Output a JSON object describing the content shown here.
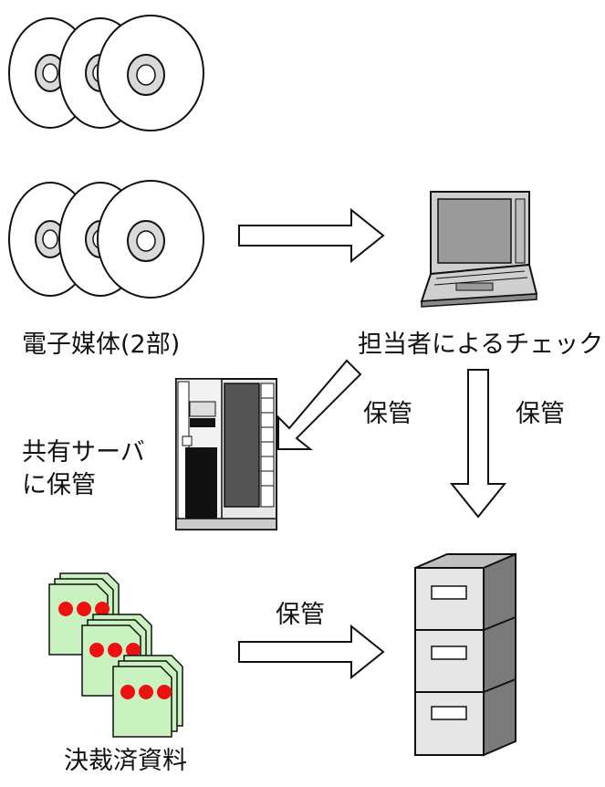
{
  "labels": {
    "media": "電子媒体(2部)",
    "check": "担当者によるチェック",
    "storage_left": "保管",
    "storage_right": "保管",
    "shared_line1": "共有サーバ",
    "shared_line2": "に保管",
    "storage_bottom": "保管",
    "documents": "決裁済資料"
  },
  "colors": {
    "stroke": "#111111",
    "disc_fill": "#ffffff",
    "disc_shade": "#d9d9d9",
    "doc_fill": "#c9f2c0",
    "stamp": "#ee1111",
    "cabinet_front": "#e6e6e6",
    "cabinet_side": "#7a7a7a",
    "laptop_screen": "#9a9a9a",
    "laptop_body": "#cfcfcf",
    "server_dark": "#111111",
    "server_light": "#e8e8e8"
  }
}
